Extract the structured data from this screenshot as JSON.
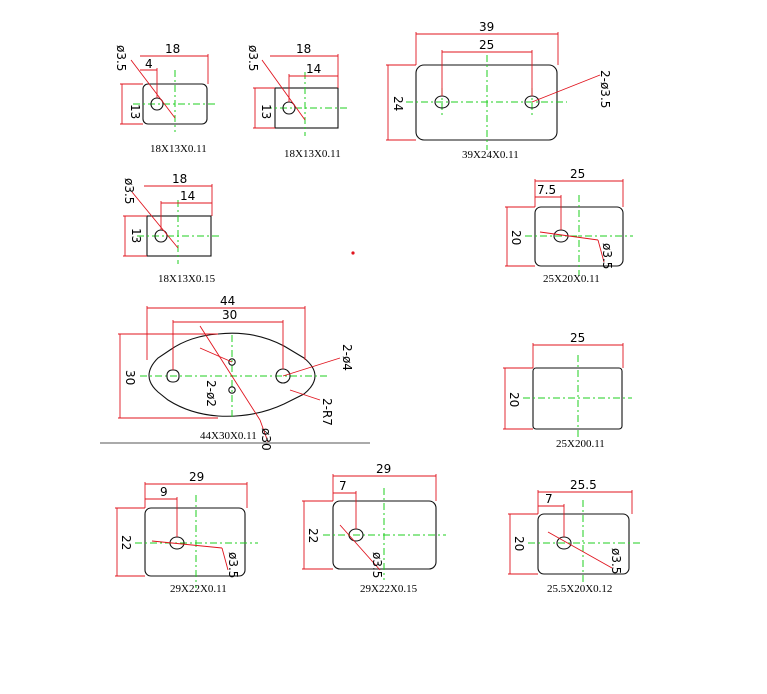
{
  "parts": [
    {
      "id": "p1",
      "w": "18",
      "h": "13",
      "a": "4",
      "hole": "ø3.5",
      "caption": "18X13X0.11"
    },
    {
      "id": "p2",
      "w": "18",
      "h": "13",
      "a": "14",
      "hole": "ø3.5",
      "caption": "18X13X0.11"
    },
    {
      "id": "p3",
      "w": "39",
      "h": "24",
      "a": "25",
      "hole": "2-ø3.5",
      "caption": "39X24X0.11"
    },
    {
      "id": "p4",
      "w": "18",
      "h": "13",
      "a": "14",
      "hole": "ø3.5",
      "caption": "18X13X0.15"
    },
    {
      "id": "p5",
      "w": "25",
      "h": "20",
      "a": "7.5",
      "hole": "ø3.5",
      "caption": "25X20X0.11"
    },
    {
      "id": "p6",
      "w": "44",
      "h": "30",
      "a": "30",
      "holes": "2-ø4",
      "hole_center": "ø30",
      "slot": "2-ø2",
      "radius": "2-R7",
      "caption": "44X30X0.11"
    },
    {
      "id": "p7",
      "w": "25",
      "h": "20",
      "caption": "25X200.11"
    },
    {
      "id": "p8",
      "w": "29",
      "h": "22",
      "a": "9",
      "hole": "ø3.5",
      "caption": "29X22X0.11"
    },
    {
      "id": "p9",
      "w": "29",
      "h": "22",
      "a": "7",
      "hole": "ø3.5",
      "caption": "29X22X0.15"
    },
    {
      "id": "p10",
      "w": "25.5",
      "h": "20",
      "a": "7",
      "hole": "ø3.5",
      "caption": "25.5X20X0.12"
    }
  ],
  "colors": {
    "dimension": "#e0141e",
    "centerline": "#1fcf1f",
    "outline": "#111111"
  }
}
